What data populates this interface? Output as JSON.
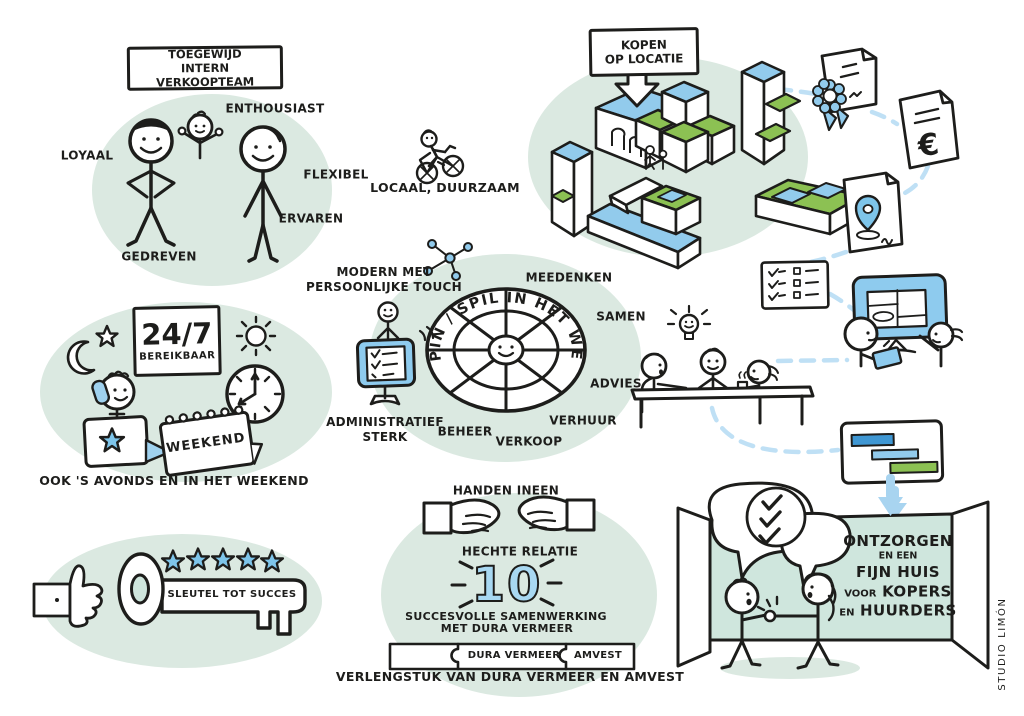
{
  "team": {
    "title_line1": "TOEGEWIJD",
    "title_line2": "INTERN VERKOOPTEAM",
    "traits": [
      "LOYAAL",
      "ENTHOUSIAST",
      "FLEXIBEL",
      "ERVAREN",
      "GEDREVEN"
    ]
  },
  "local": {
    "caption": "LOCAAL, DUURZAAM"
  },
  "location": {
    "title_line1": "KOPEN",
    "title_line2": "OP LOCATIE"
  },
  "web": {
    "arc_text": "SPIN / SPIL IN HET WEB",
    "modern_line1": "MODERN MET",
    "modern_line2": "PERSOONLIJKE TOUCH",
    "admin_line1": "ADMINISTRATIEF",
    "admin_line2": "STERK",
    "labels": [
      "MEEDENKEN",
      "SAMEN",
      "ADVIES",
      "VERHUUR",
      "VERKOOP",
      "BEHEER"
    ]
  },
  "availability": {
    "badge": "24/7",
    "badge_sub": "BEREIKBAAR",
    "calendar": "WEEKEND",
    "caption": "OOK 'S AVONDS EN IN HET WEEKEND"
  },
  "key": {
    "caption": "SLEUTEL TOT SUCCES",
    "stars": 5
  },
  "partnership": {
    "title": "HANDEN INEEN",
    "subtitle": "HECHTE RELATIE",
    "score": "10",
    "line1": "SUCCESVOLLE SAMENWERKING",
    "line2": "MET DURA VERMEER",
    "puzzle_label1": "DURA VERMEER",
    "puzzle_label2": "AMVEST",
    "caption": "VERLENGSTUK VAN DURA VERMEER EN AMVEST"
  },
  "result": {
    "line1": "ONTZORGEN",
    "line2": "EN EEN",
    "line3": "FIJN HUIS",
    "line4_small": "VOOR",
    "line4_large": "KOPERS",
    "line5_small": "EN",
    "line5_large": "HUURDERS"
  },
  "docs": {
    "euro_symbol": "€"
  },
  "credit": "STUDIO LIMÓN",
  "colors": {
    "blob_green": "#dbe9e1",
    "panel_green": "#cfe6dd",
    "sky_blue": "#92cbec",
    "accent_blue": "#7ec5ea",
    "dark_blue": "#3f97d3",
    "apple_green": "#8cc153",
    "dash_blue": "#bfe0f5",
    "ink": "#1d1d1b"
  }
}
